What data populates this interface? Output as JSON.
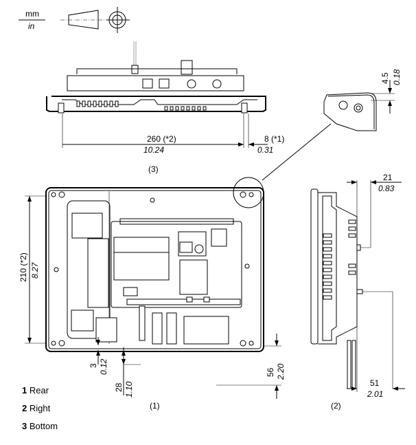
{
  "units": {
    "primary": "mm",
    "secondary": "in"
  },
  "projection_symbol": "first-angle-projection-icon",
  "views": {
    "bottom": {
      "label": "(3)",
      "width_mm": "260 (*2)",
      "width_in": "10.24",
      "bezel_mm": "8 (*1)",
      "bezel_in": "0.31"
    },
    "detail": {
      "depth_mm": "4.5",
      "depth_in": "0.18"
    },
    "rear": {
      "label": "(1)",
      "height_mm": "210 (*2)",
      "height_in": "8.27",
      "gap_mm": "3",
      "gap_in": "0.12",
      "cable_mm": "28",
      "cable_in": "1.10",
      "connector_mm": "56",
      "connector_in": "2.20"
    },
    "right": {
      "label": "(2)",
      "top_mm": "21",
      "top_in": "0.83",
      "bottom_mm": "51",
      "bottom_in": "2.01"
    }
  },
  "legend": [
    {
      "num": "1",
      "text": "Rear"
    },
    {
      "num": "2",
      "text": "Right"
    },
    {
      "num": "3",
      "text": "Bottom"
    }
  ]
}
